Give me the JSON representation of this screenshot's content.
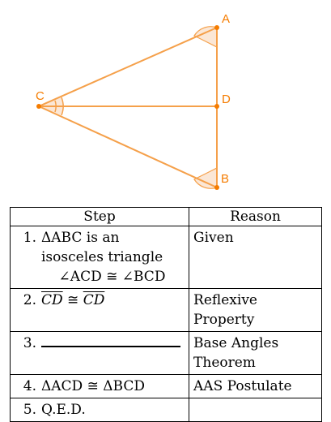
{
  "figure": {
    "points": {
      "A": {
        "label": "A"
      },
      "B": {
        "label": "B"
      },
      "C": {
        "label": "C"
      },
      "D": {
        "label": "D"
      }
    },
    "colors": {
      "stroke": "#f5a04a",
      "point": "#f57c00",
      "label": "#f57c00",
      "angle_fill": "#fbe7d6"
    }
  },
  "table": {
    "headers": {
      "step": "Step",
      "reason": "Reason"
    },
    "rows": [
      {
        "num": "1.",
        "step_lines": [
          "ΔABC is an",
          "isosceles triangle",
          "∠ACD ≅ ∠BCD"
        ],
        "reason_lines": [
          "Given"
        ]
      },
      {
        "num": "2.",
        "step_seg1": "CD",
        "step_rel": " ≅ ",
        "step_seg2": "CD",
        "reason_lines": [
          "Reflexive",
          "Property"
        ]
      },
      {
        "num": "3.",
        "step_blank": true,
        "reason_lines": [
          "Base Angles",
          "Theorem"
        ]
      },
      {
        "num": "4.",
        "step_lines": [
          "ΔACD ≅ ΔBCD"
        ],
        "reason_lines": [
          "AAS Postulate"
        ]
      },
      {
        "num": "5.",
        "step_lines": [
          "Q.E.D."
        ],
        "reason_lines": [
          ""
        ]
      }
    ]
  }
}
